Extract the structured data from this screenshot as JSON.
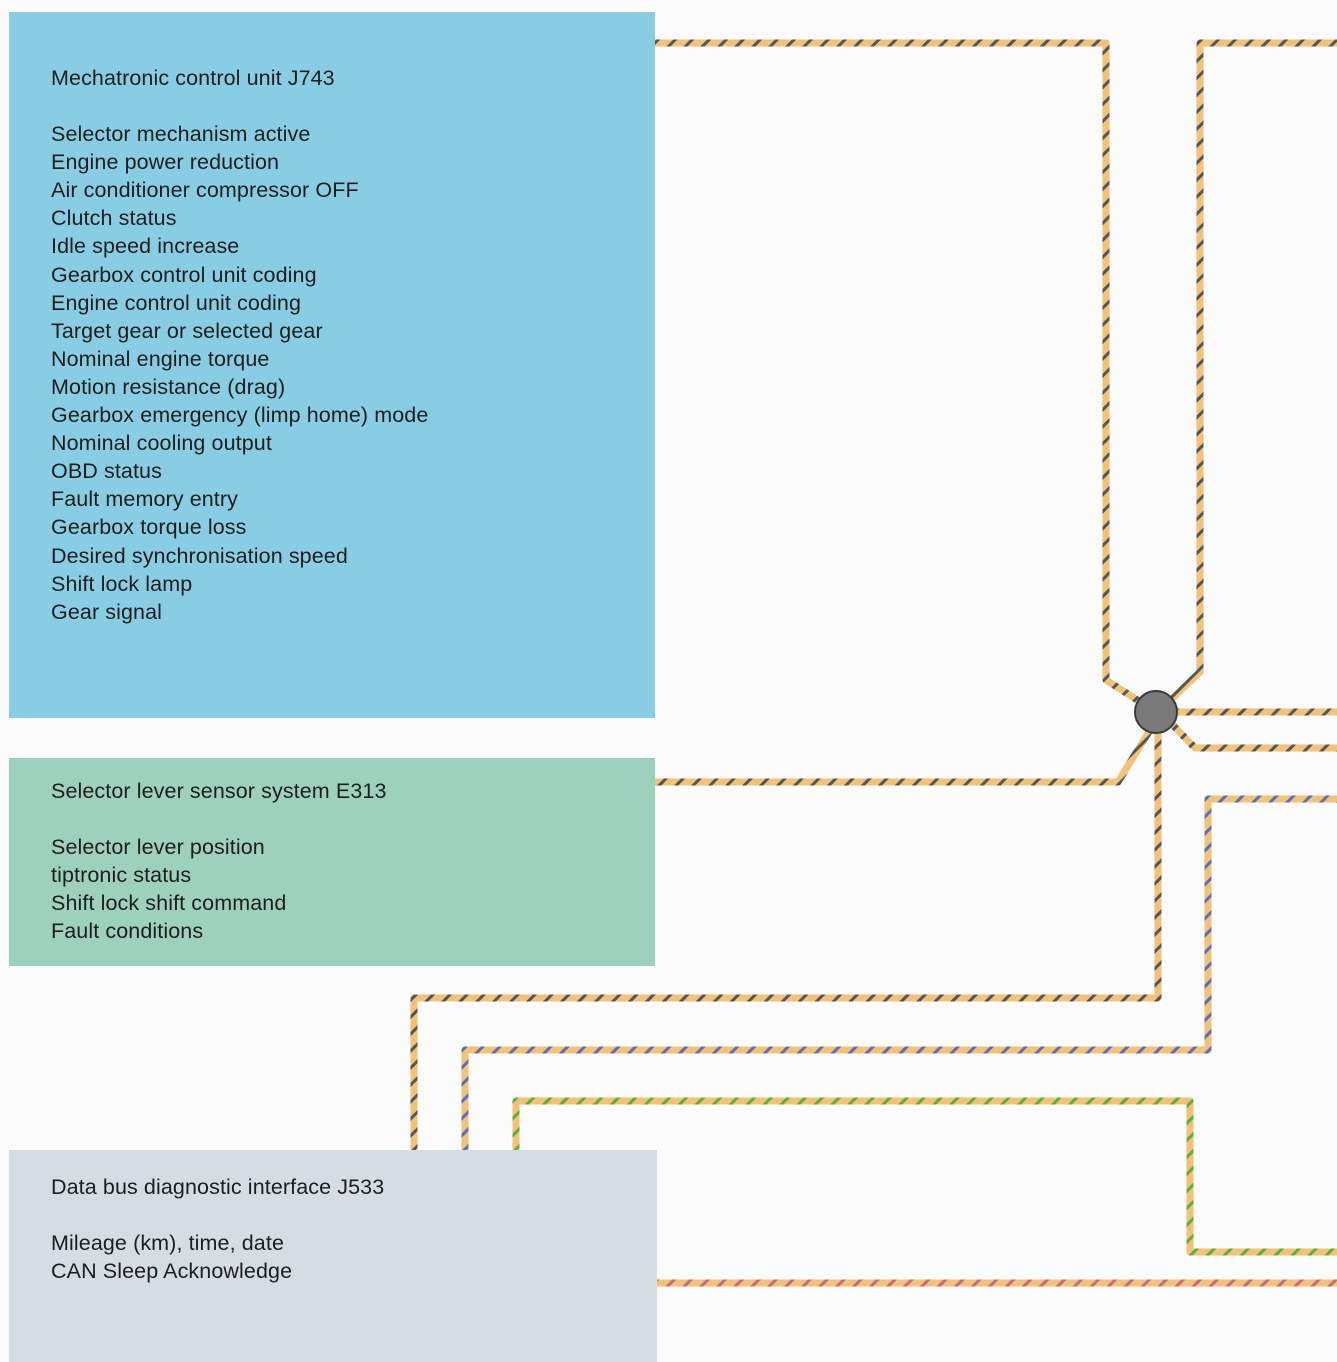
{
  "colors": {
    "j743_fill": "#89cde4",
    "e313_fill": "#9dd1bd",
    "j533_fill": "#d5dde3",
    "wire_base": "#f0c27a",
    "wire_stripe_dark": "#555555",
    "wire_stripe_blue": "#5a6fb4",
    "wire_stripe_green": "#5fae3a",
    "wire_stripe_red": "#c86a7a",
    "node_fill": "#7a7a7a"
  },
  "j743": {
    "title": "Mechatronic control unit J743",
    "items": [
      "Selector mechanism active",
      "Engine power reduction",
      "Air conditioner compressor OFF",
      "Clutch status",
      "Idle speed increase",
      "Gearbox control unit coding",
      "Engine control unit coding",
      "Target gear or selected gear",
      "Nominal engine torque",
      "Motion resistance (drag)",
      "Gearbox emergency (limp home) mode",
      "Nominal cooling output",
      "OBD status",
      "Fault memory entry",
      "Gearbox torque loss",
      "Desired synchronisation speed",
      "Shift lock lamp",
      "Gear signal"
    ]
  },
  "e313": {
    "title": "Selector lever sensor system E313",
    "items": [
      "Selector lever position",
      "tiptronic status",
      "Shift lock shift command",
      "Fault conditions"
    ]
  },
  "j533": {
    "title": "Data bus diagnostic interface J533",
    "items": [
      "Mileage (km), time, date",
      "CAN Sleep Acknowledge"
    ]
  }
}
